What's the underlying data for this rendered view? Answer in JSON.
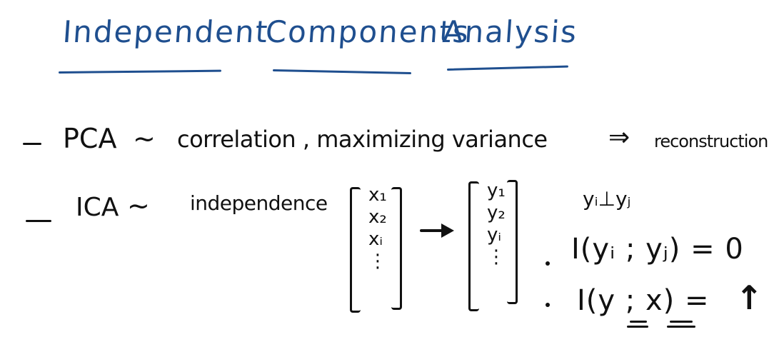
{
  "title": {
    "word1": "Independent",
    "word2": "Components",
    "word3": "Analysis",
    "color": "#1f4f8f"
  },
  "lines": {
    "pca": {
      "dash": "–",
      "label": "PCA",
      "tilde": "~",
      "text": "correlation , maximizing variance",
      "implies": "⇒",
      "result": "reconstruction"
    },
    "ica": {
      "dash": "–",
      "label": "ICA",
      "tilde": "~",
      "text": "independence"
    }
  },
  "vector_x": [
    "x₁",
    "x₂",
    "xᵢ",
    "⋮"
  ],
  "vector_y": [
    "y₁",
    "y₂",
    "yᵢ",
    "⋮"
  ],
  "math": {
    "independence": "yᵢ⊥yⱼ",
    "mi_pair": "I(yᵢ ; yⱼ) = 0",
    "mi_yx": "I(y ; x) =",
    "up_arrow": "↑"
  },
  "ink_color": "#111111"
}
